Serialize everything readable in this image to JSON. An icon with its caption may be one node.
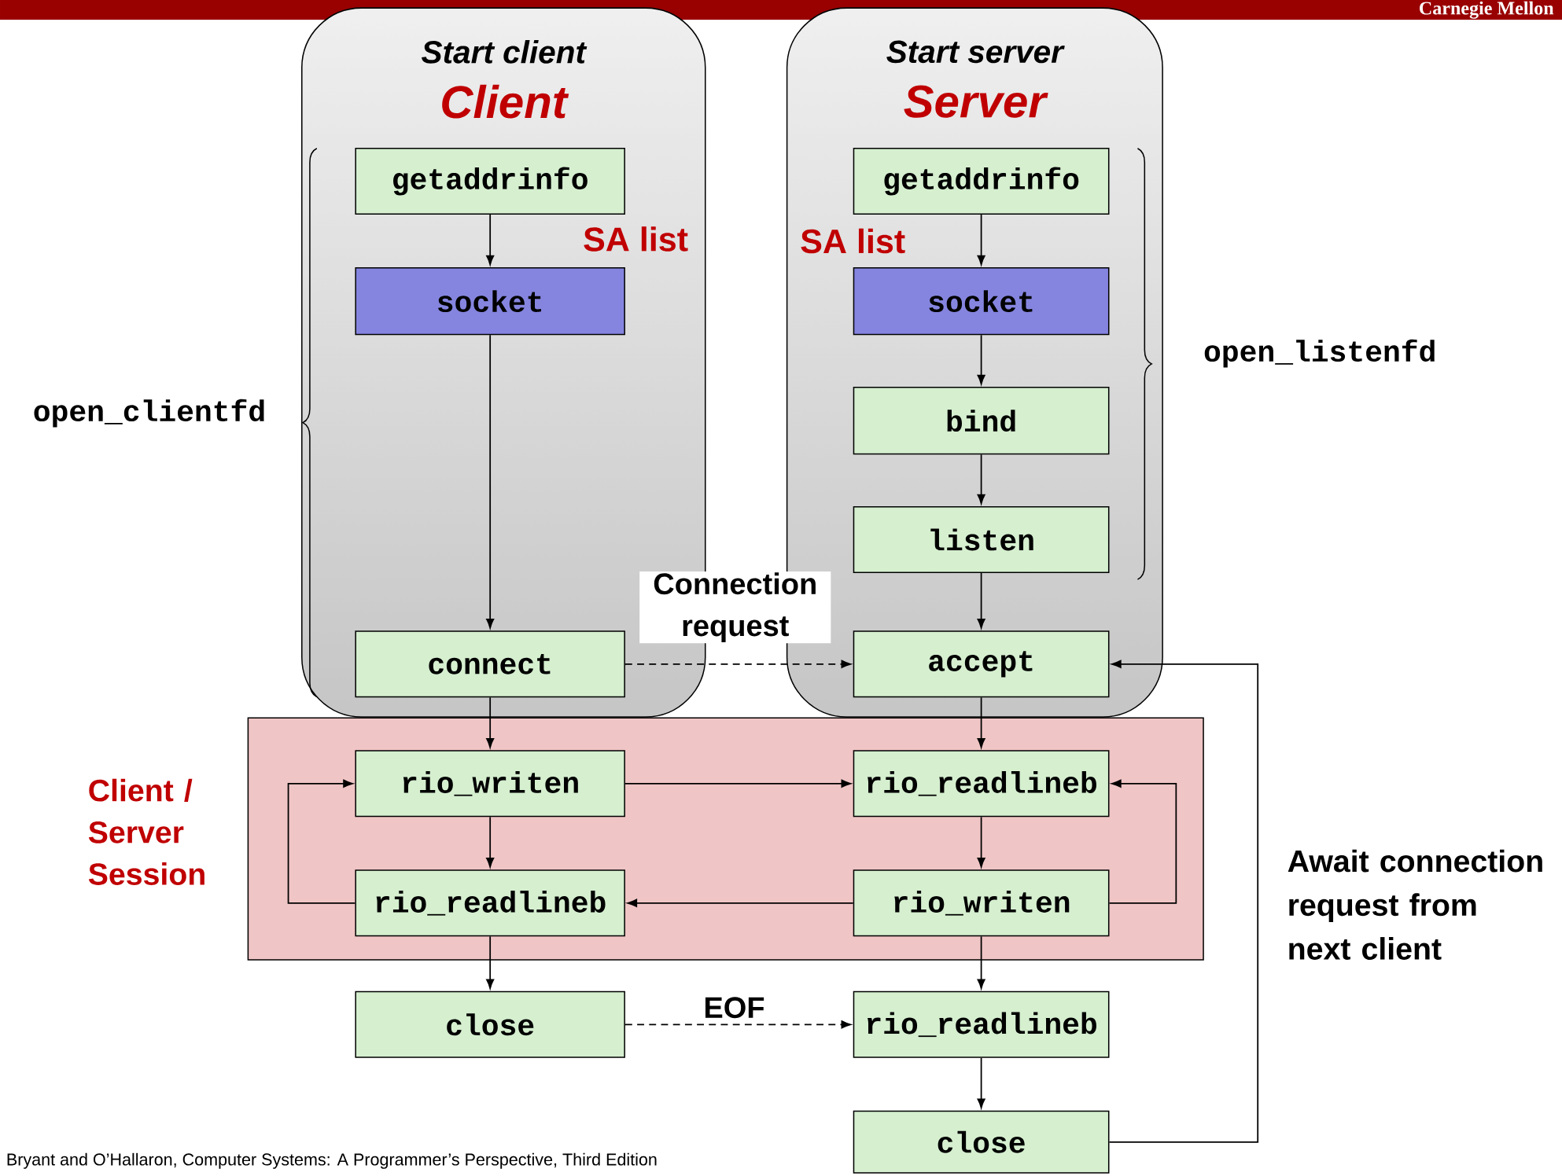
{
  "diagram": {
    "nodes": [
      {
        "text": [
          "Start client",
          "Client"
        ]
      },
      {
        "text": [
          "Start server",
          "Server"
        ]
      },
      {
        "text": [
          "getaddrinfo"
        ],
        "in": 0
      },
      {
        "text": [
          "socket"
        ],
        "in": 0
      },
      {
        "text": [
          "connect"
        ],
        "in": 0
      },
      {
        "text": [
          "getaddrinfo"
        ],
        "in": 1
      },
      {
        "text": [
          "socket"
        ],
        "in": 1
      },
      {
        "text": [
          "bind"
        ],
        "in": 1
      },
      {
        "text": [
          "listen"
        ],
        "in": 1
      },
      {
        "text": [
          "accept"
        ],
        "in": 1
      },
      {
        "text": [],
        "shape": "box",
        "beside": [
          "Client / Server Session"
        ]
      },
      {
        "text": [
          "rio_writen"
        ],
        "in": 10
      },
      {
        "text": [
          "rio_readlineb"
        ],
        "in": 10
      },
      {
        "text": [
          "rio_readlineb"
        ],
        "in": 10
      },
      {
        "text": [
          "rio_writen"
        ],
        "in": 10
      },
      {
        "text": [
          "close"
        ]
      },
      {
        "text": [
          "rio_readlineb"
        ]
      },
      {
        "text": [
          "close"
        ]
      }
    ],
    "edges": [
      {
        "from": 2,
        "to": 3,
        "arrow": "to"
      },
      {
        "from": 3,
        "to": 4,
        "arrow": "to"
      },
      {
        "from": 5,
        "to": 6,
        "arrow": "to"
      },
      {
        "from": 6,
        "to": 7,
        "arrow": "to"
      },
      {
        "from": 7,
        "to": 8,
        "arrow": "to"
      },
      {
        "from": 8,
        "to": 9,
        "arrow": "to"
      },
      {
        "from": 4,
        "to": 9,
        "arrow": "to",
        "style": "dashed",
        "label": "Connection request"
      },
      {
        "from": 4,
        "to": 11,
        "arrow": "to"
      },
      {
        "from": 9,
        "to": 12,
        "arrow": "to"
      },
      {
        "from": 11,
        "to": 12,
        "arrow": "to"
      },
      {
        "from": 11,
        "to": 13,
        "arrow": "to"
      },
      {
        "from": 12,
        "to": 14,
        "arrow": "to"
      },
      {
        "from": 14,
        "to": 13,
        "arrow": "to"
      },
      {
        "from": 13,
        "to": 11,
        "arrow": "to"
      },
      {
        "from": 14,
        "to": 12,
        "arrow": "to"
      },
      {
        "from": 13,
        "to": 15,
        "arrow": "to"
      },
      {
        "from": 14,
        "to": 16,
        "arrow": "to"
      },
      {
        "from": 15,
        "to": 16,
        "arrow": "to",
        "style": "dashed",
        "label": "EOF"
      },
      {
        "from": 16,
        "to": 17,
        "arrow": "to"
      },
      {
        "from": 17,
        "to": 9,
        "arrow": "to"
      }
    ],
    "labels": [
      "Carnegie Mellon",
      "SA list",
      "SA list",
      "open_clientfd",
      "open_listenfd",
      "Await connection request from next client",
      "Bryant and O’Hallaron, Computer Systems: A Programmer’s Perspective, Third Edition"
    ]
  }
}
